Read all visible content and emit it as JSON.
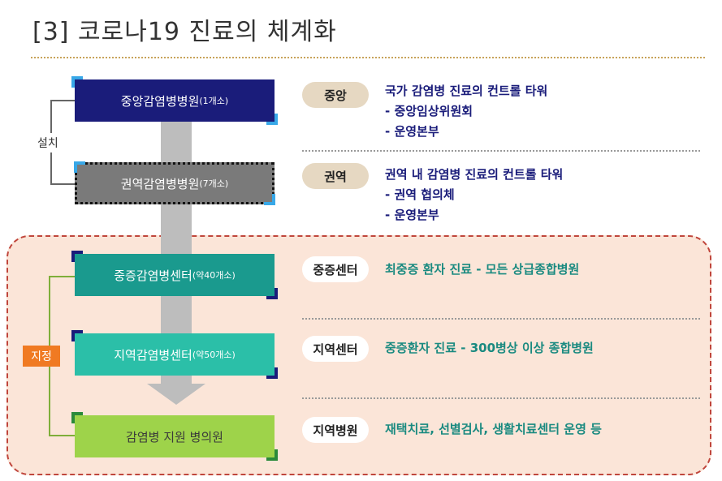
{
  "title": "[3] 코로나19 진료의 체계화",
  "hospitals": {
    "central": {
      "name": "중앙감염병병원",
      "count": "(1개소)"
    },
    "regional": {
      "name": "권역감염병병원",
      "count": "(7개소)"
    },
    "severe_center": {
      "name": "중증감염병센터",
      "count": "(약40개소)"
    },
    "local_center": {
      "name": "지역감염병센터",
      "count": "(약50개소)"
    },
    "support": {
      "name": "감염병 지원 병의원"
    }
  },
  "brackets": {
    "setup": "설치",
    "assign": "지정"
  },
  "levels": [
    {
      "tag": "중앙",
      "lines": [
        "국가 감염병 진료의 컨트롤 타워",
        "- 중앙임상위원회",
        "- 운영본부"
      ]
    },
    {
      "tag": "권역",
      "lines": [
        "권역 내 감염병 진료의 컨트롤 타워",
        "- 권역 협의체",
        "- 운영본부"
      ]
    },
    {
      "tag": "중증센터",
      "lines": [
        "최중증 환자 진료 - 모든 상급종합병원"
      ]
    },
    {
      "tag": "지역센터",
      "lines": [
        "중증환자 진료 - 300병상 이상 종합병원"
      ]
    },
    {
      "tag": "지역병원",
      "lines": [
        "재택치료, 선별검사, 생활치료센터 운영 등"
      ]
    }
  ],
  "colors": {
    "central_box": "#1a1c7a",
    "regional_box": "#7a7a7a",
    "severe_box": "#1a9a8e",
    "local_box": "#2bbfa8",
    "support_box": "#9ed34a",
    "assign_area": "#fbe5d8",
    "assign_label": "#f07a22",
    "navy_text": "#1a1c7a",
    "teal_text": "#1a8a80"
  }
}
